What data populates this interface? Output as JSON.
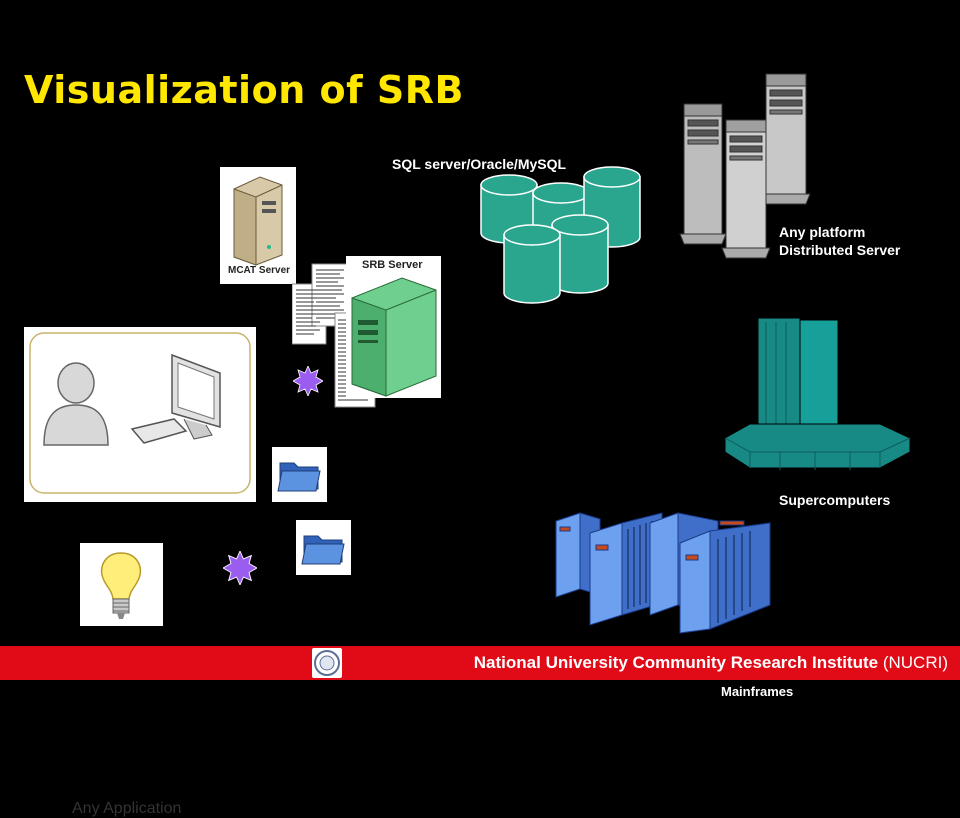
{
  "title": "Visualization of SRB",
  "labels": {
    "db": "SQL server/Oracle/MySQL",
    "servers_line1": "Any platform",
    "servers_line2": "Distributed Server",
    "supercomputers": "Supercomputers",
    "mainframes": "Mainframes",
    "mcat": "MCAT Server",
    "srb": "SRB Server",
    "app": "Any Application"
  },
  "footer": {
    "institute": "National University Community Research Institute",
    "abbr": "(NUCRI)"
  },
  "colors": {
    "title": "#ffe700",
    "footer_bg": "#e10b17",
    "db_cylinder": "#2aa58e",
    "supercomputer": "#178a86",
    "mainframe": "#6ea0f0",
    "star": "#9b5cf0",
    "folder": "#4f86d6"
  },
  "icons": [
    "server-tower-icon",
    "database-icon",
    "supercomputer-icon",
    "mainframe-icon",
    "user-icon",
    "monitor-icon",
    "keyboard-icon",
    "folder-icon",
    "lightbulb-icon",
    "star-burst-icon",
    "logo-icon"
  ]
}
